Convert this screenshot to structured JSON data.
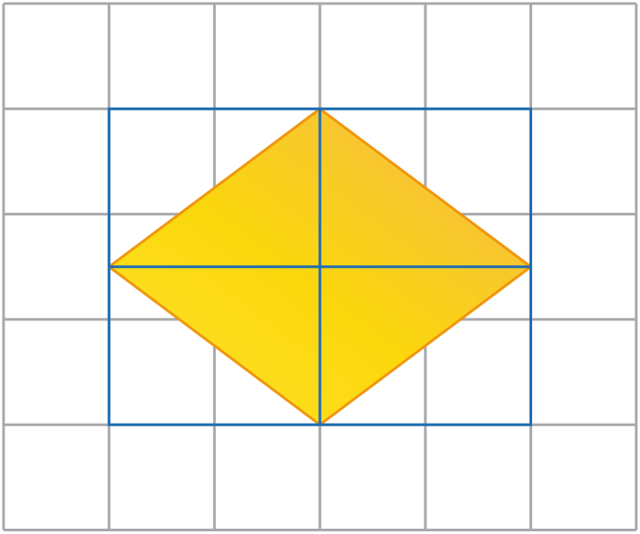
{
  "grid": {
    "columns": 6,
    "rows": 5,
    "line_color": "#a9a9ad"
  },
  "rectangle": {
    "from_col": 1,
    "from_row": 1,
    "to_col": 5,
    "to_row": 4,
    "stroke_color": "#1f6db3"
  },
  "rhombus": {
    "stroke_color": "#f0960f",
    "fill_gradient": [
      "#ffe42e",
      "#fbd70c",
      "#f5b84e"
    ]
  },
  "diagonals": {
    "stroke_color": "#1f6db3"
  }
}
